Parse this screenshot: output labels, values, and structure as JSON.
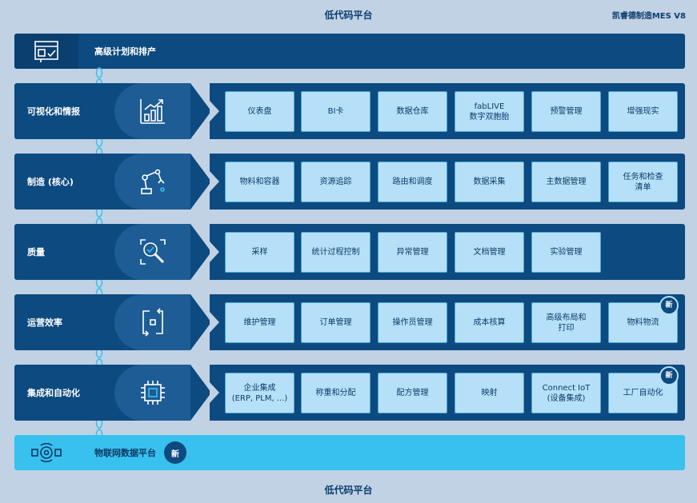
{
  "header": {
    "title": "低代码平台",
    "brand": "凯睿德制造MES V8"
  },
  "footer": {
    "title": "低代码平台"
  },
  "top_bar": {
    "label": "高级计划和排产",
    "icon": "planning-board-icon"
  },
  "bottom_bar": {
    "label": "物联网数据平台",
    "badge": "新",
    "icon": "iot-signal-icon"
  },
  "rows": [
    {
      "name": "visualization",
      "label": "可视化和情报",
      "icon": "chart-growth-icon",
      "tiles": [
        {
          "text": "仪表盘"
        },
        {
          "text": "BI卡"
        },
        {
          "text": "数据仓库"
        },
        {
          "text": "fabLIVE\n数字双胞胎"
        },
        {
          "text": "预警管理"
        },
        {
          "text": "增强现实"
        }
      ]
    },
    {
      "name": "manufacturing",
      "label": "制造 (核心)",
      "icon": "robot-arm-icon",
      "tiles": [
        {
          "text": "物料和容器"
        },
        {
          "text": "资源追踪"
        },
        {
          "text": "路由和调度"
        },
        {
          "text": "数据采集"
        },
        {
          "text": "主数据管理"
        },
        {
          "text": "任务和检查\n清单"
        }
      ]
    },
    {
      "name": "quality",
      "label": "质量",
      "icon": "inspection-magnifier-icon",
      "tiles": [
        {
          "text": "采样"
        },
        {
          "text": "统计过程控制"
        },
        {
          "text": "异常管理"
        },
        {
          "text": "文档管理"
        },
        {
          "text": "实验管理"
        }
      ]
    },
    {
      "name": "operations",
      "label": "运营效率",
      "icon": "cycle-arrows-icon",
      "tiles": [
        {
          "text": "维护管理"
        },
        {
          "text": "订单管理"
        },
        {
          "text": "操作员管理"
        },
        {
          "text": "成本核算"
        },
        {
          "text": "高级布局和\n打印"
        },
        {
          "text": "物料物流",
          "badge": "新"
        }
      ]
    },
    {
      "name": "integration",
      "label": "集成和自动化",
      "icon": "chip-icon",
      "tiles": [
        {
          "text": "企业集成\n(ERP, PLM, ...)"
        },
        {
          "text": "称重和分配"
        },
        {
          "text": "配方管理"
        },
        {
          "text": "映射"
        },
        {
          "text": "Connect IoT\n(设备集成)"
        },
        {
          "text": "工厂自动化",
          "badge": "新"
        }
      ]
    }
  ],
  "colors": {
    "background": "#c0d2e4",
    "dark_blue": "#0c4a80",
    "tile": "#b6e0f7",
    "accent_light": "#38c0ee"
  }
}
